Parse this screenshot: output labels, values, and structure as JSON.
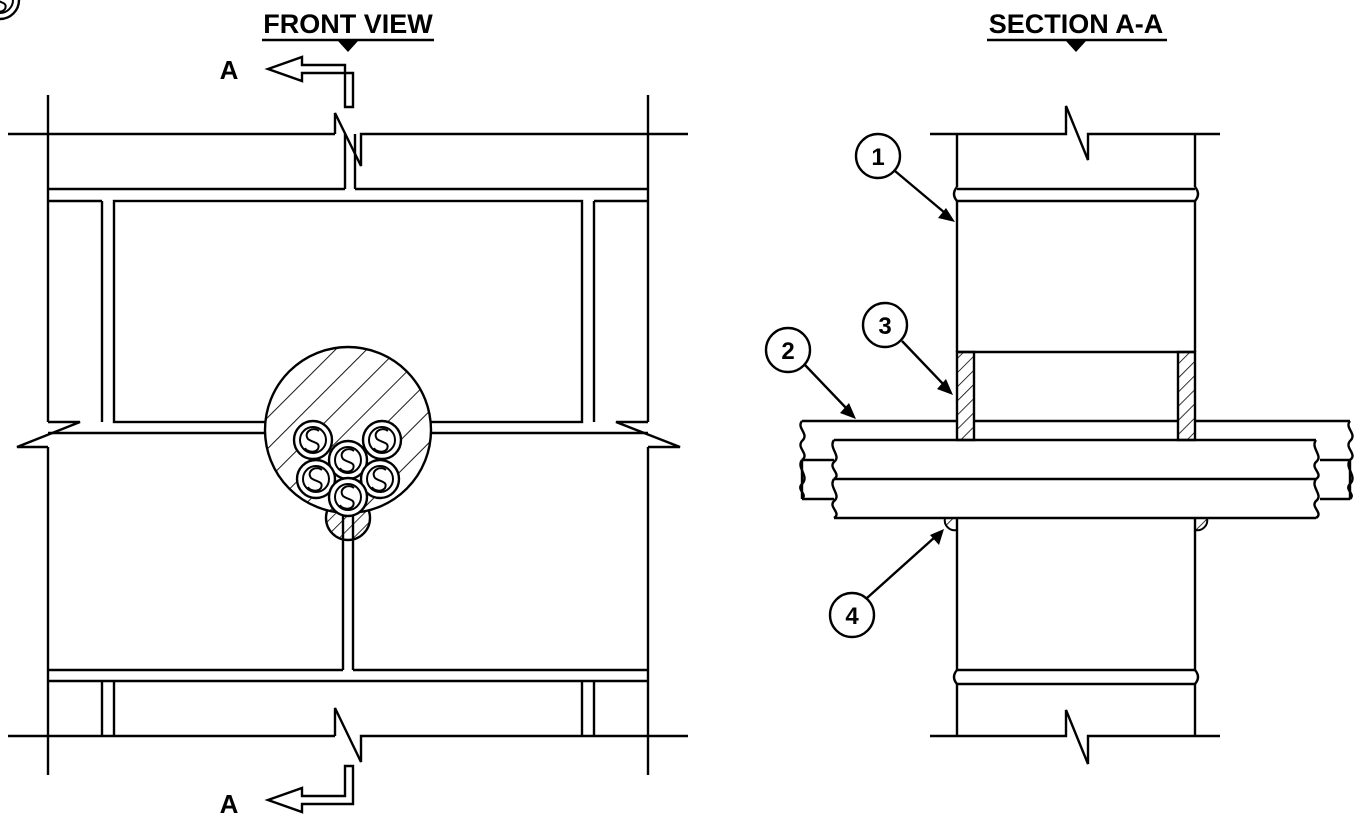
{
  "front_view": {
    "title": "FRONT VIEW",
    "section_mark_top": "A",
    "section_mark_bottom": "A",
    "cable_count": 6
  },
  "section_view": {
    "title": "SECTION A-A",
    "callouts": [
      "1",
      "2",
      "3",
      "4"
    ]
  },
  "colors": {
    "line": "#000000",
    "background": "#ffffff"
  },
  "icons": {
    "title_marker": "downward-triangle-icon",
    "cut_arrow": "left-arrow-icon",
    "cable_symbol": "s-curve-cable-icon"
  }
}
